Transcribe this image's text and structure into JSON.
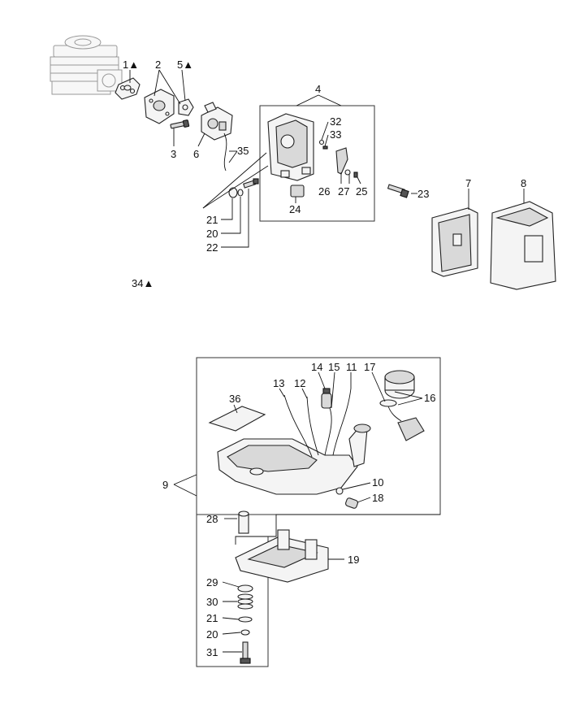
{
  "callouts": {
    "c1": "1▲",
    "c2": "2",
    "c3": "3",
    "c4": "4",
    "c5": "5▲",
    "c6": "6",
    "c7": "7",
    "c8": "8",
    "c9": "9",
    "c10": "10",
    "c11": "11",
    "c12": "12",
    "c13": "13",
    "c14": "14",
    "c15": "15",
    "c16": "16",
    "c17": "17",
    "c18": "18",
    "c19": "19",
    "c20a": "20",
    "c20b": "20",
    "c21a": "21",
    "c21b": "21",
    "c22": "22",
    "c23": "23",
    "c24": "24",
    "c25": "25",
    "c26": "26",
    "c27": "27",
    "c28": "28",
    "c29": "29",
    "c30": "30",
    "c31": "31",
    "c32": "32",
    "c33": "33",
    "c34": "34▲",
    "c35": "35",
    "c36": "36"
  },
  "accent_color": "#111111"
}
